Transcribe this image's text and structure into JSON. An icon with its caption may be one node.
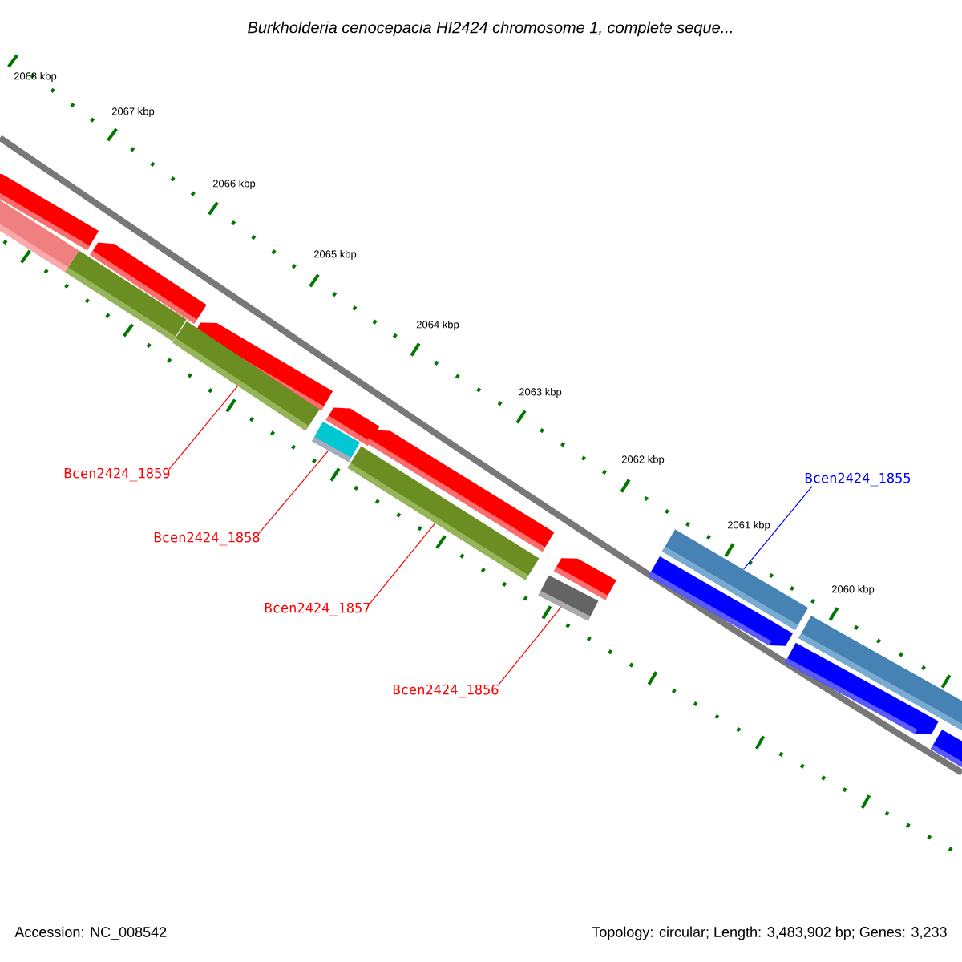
{
  "diagram": {
    "title": "Burkholderia cenocepacia HI2424 chromosome 1, complete seque...",
    "nodes": [
      {
        "text": [
          "Bcen2424_1859"
        ]
      },
      {
        "text": [
          "Bcen2424_1858"
        ]
      },
      {
        "text": [
          "Bcen2424_1857"
        ]
      },
      {
        "text": [
          "Bcen2424_1856"
        ]
      },
      {
        "text": [
          "Bcen2424_1855"
        ]
      },
      {
        "text": [],
        "shape": "bar"
      },
      {
        "text": [],
        "shape": "bar"
      },
      {
        "text": [],
        "shape": "bar"
      },
      {
        "text": [],
        "shape": "bar"
      },
      {
        "text": [],
        "shape": "bar"
      }
    ],
    "edges": [
      {
        "from": 0,
        "to": 5,
        "arrow": "none"
      },
      {
        "from": 1,
        "to": 6,
        "arrow": "none"
      },
      {
        "from": 2,
        "to": 7,
        "arrow": "none"
      },
      {
        "from": 3,
        "to": 8,
        "arrow": "none"
      },
      {
        "from": 4,
        "to": 9,
        "arrow": "none",
        "color": "#0000ff"
      }
    ],
    "labels": [
      "2068 kbp",
      "2067 kbp",
      "2066 kbp",
      "2065 kbp",
      "2064 kbp",
      "2063 kbp",
      "2062 kbp",
      "2061 kbp",
      "2060 kbp",
      "Accession: NC_008542",
      "Topology: circular; Length: 3,483,902 bp; Genes: 3,233"
    ]
  }
}
